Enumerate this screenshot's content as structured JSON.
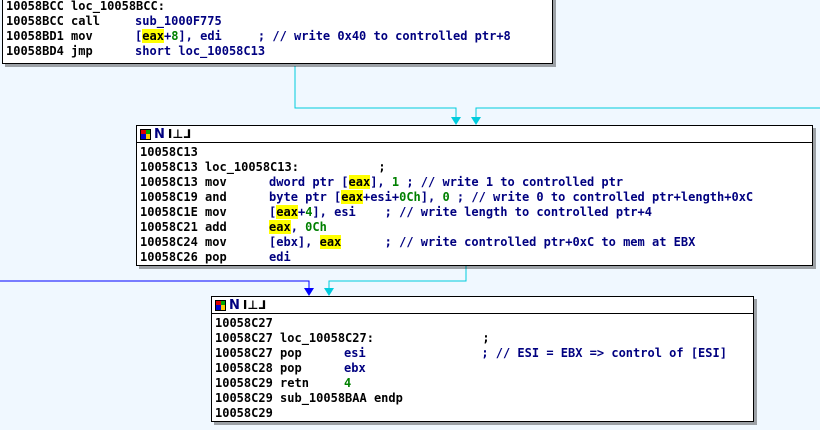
{
  "colors": {
    "background": "#f0f8ff",
    "edge_cyan": "#00ccdd",
    "edge_blue": "#0000ff",
    "highlight": "#ffff00",
    "operand": "#000080",
    "number": "#008000"
  },
  "node_header_icons": [
    "color-grid-icon",
    "n-icon",
    "graph-overview-icon"
  ],
  "node_header_labels": {
    "n": "N",
    "graph": "Ⅰ⊥⅃"
  },
  "nodes": [
    {
      "lines": [
        {
          "addr": "10058BCC",
          "label": "loc_10058BCC:"
        },
        {
          "addr": "10058BCC",
          "mnem": "call",
          "parts": [
            {
              "t": "sub_1000F775",
              "c": "op"
            }
          ]
        },
        {
          "addr": "10058BD1",
          "mnem": "mov",
          "parts": [
            {
              "t": "[",
              "c": "op"
            },
            {
              "t": "eax",
              "c": "hl"
            },
            {
              "t": "+",
              "c": "op"
            },
            {
              "t": "8",
              "c": "num"
            },
            {
              "t": "], edi     ",
              "c": "op"
            },
            {
              "t": "; // write 0x40 to controlled ptr+8",
              "c": "cmt"
            }
          ]
        },
        {
          "addr": "10058BD4",
          "mnem": "jmp",
          "parts": [
            {
              "t": "short loc_10058C13",
              "c": "op"
            }
          ]
        }
      ]
    },
    {
      "lines": [
        {
          "addr": "10058C13",
          "label": ""
        },
        {
          "addr": "10058C13",
          "label": "loc_10058C13:",
          "trail": "           ;"
        },
        {
          "addr": "10058C13",
          "mnem": "mov",
          "parts": [
            {
              "t": "dword ptr [",
              "c": "op"
            },
            {
              "t": "eax",
              "c": "hl"
            },
            {
              "t": "], ",
              "c": "op"
            },
            {
              "t": "1",
              "c": "num"
            },
            {
              "t": " ; // write 1 to controlled ptr",
              "c": "cmt"
            }
          ]
        },
        {
          "addr": "10058C19",
          "mnem": "and",
          "parts": [
            {
              "t": "byte ptr [",
              "c": "op"
            },
            {
              "t": "eax",
              "c": "hl"
            },
            {
              "t": "+esi+",
              "c": "op"
            },
            {
              "t": "0Ch",
              "c": "num"
            },
            {
              "t": "], ",
              "c": "op"
            },
            {
              "t": "0",
              "c": "num"
            },
            {
              "t": " ; // write 0 to controlled ptr+length+0xC",
              "c": "cmt"
            }
          ]
        },
        {
          "addr": "10058C1E",
          "mnem": "mov",
          "parts": [
            {
              "t": "[",
              "c": "op"
            },
            {
              "t": "eax",
              "c": "hl"
            },
            {
              "t": "+",
              "c": "op"
            },
            {
              "t": "4",
              "c": "num"
            },
            {
              "t": "], esi    ",
              "c": "op"
            },
            {
              "t": "; // write length to controlled ptr+4",
              "c": "cmt"
            }
          ]
        },
        {
          "addr": "10058C21",
          "mnem": "add",
          "parts": [
            {
              "t": "eax",
              "c": "hl"
            },
            {
              "t": ", ",
              "c": "op"
            },
            {
              "t": "0Ch",
              "c": "num"
            }
          ]
        },
        {
          "addr": "10058C24",
          "mnem": "mov",
          "parts": [
            {
              "t": "[ebx], ",
              "c": "op"
            },
            {
              "t": "eax",
              "c": "hl"
            },
            {
              "t": "      ",
              "c": "op"
            },
            {
              "t": "; // write controlled ptr+0xC to mem at EBX",
              "c": "cmt"
            }
          ]
        },
        {
          "addr": "10058C26",
          "mnem": "pop",
          "parts": [
            {
              "t": "edi",
              "c": "op"
            }
          ]
        }
      ]
    },
    {
      "lines": [
        {
          "addr": "10058C27",
          "label": ""
        },
        {
          "addr": "10058C27",
          "label": "loc_10058C27:",
          "trail": "               ;"
        },
        {
          "addr": "10058C27",
          "mnem": "pop",
          "parts": [
            {
              "t": "esi",
              "c": "op"
            },
            {
              "t": "                ",
              "c": "op"
            },
            {
              "t": "; // ESI = EBX => control of [ESI]",
              "c": "cmt"
            }
          ]
        },
        {
          "addr": "10058C28",
          "mnem": "pop",
          "parts": [
            {
              "t": "ebx",
              "c": "op"
            }
          ]
        },
        {
          "addr": "10058C29",
          "mnem": "retn",
          "parts": [
            {
              "t": "4",
              "c": "num"
            }
          ]
        },
        {
          "addr": "10058C29",
          "label": "sub_10058BAA endp"
        },
        {
          "addr": "10058C29",
          "label": ""
        }
      ]
    }
  ]
}
